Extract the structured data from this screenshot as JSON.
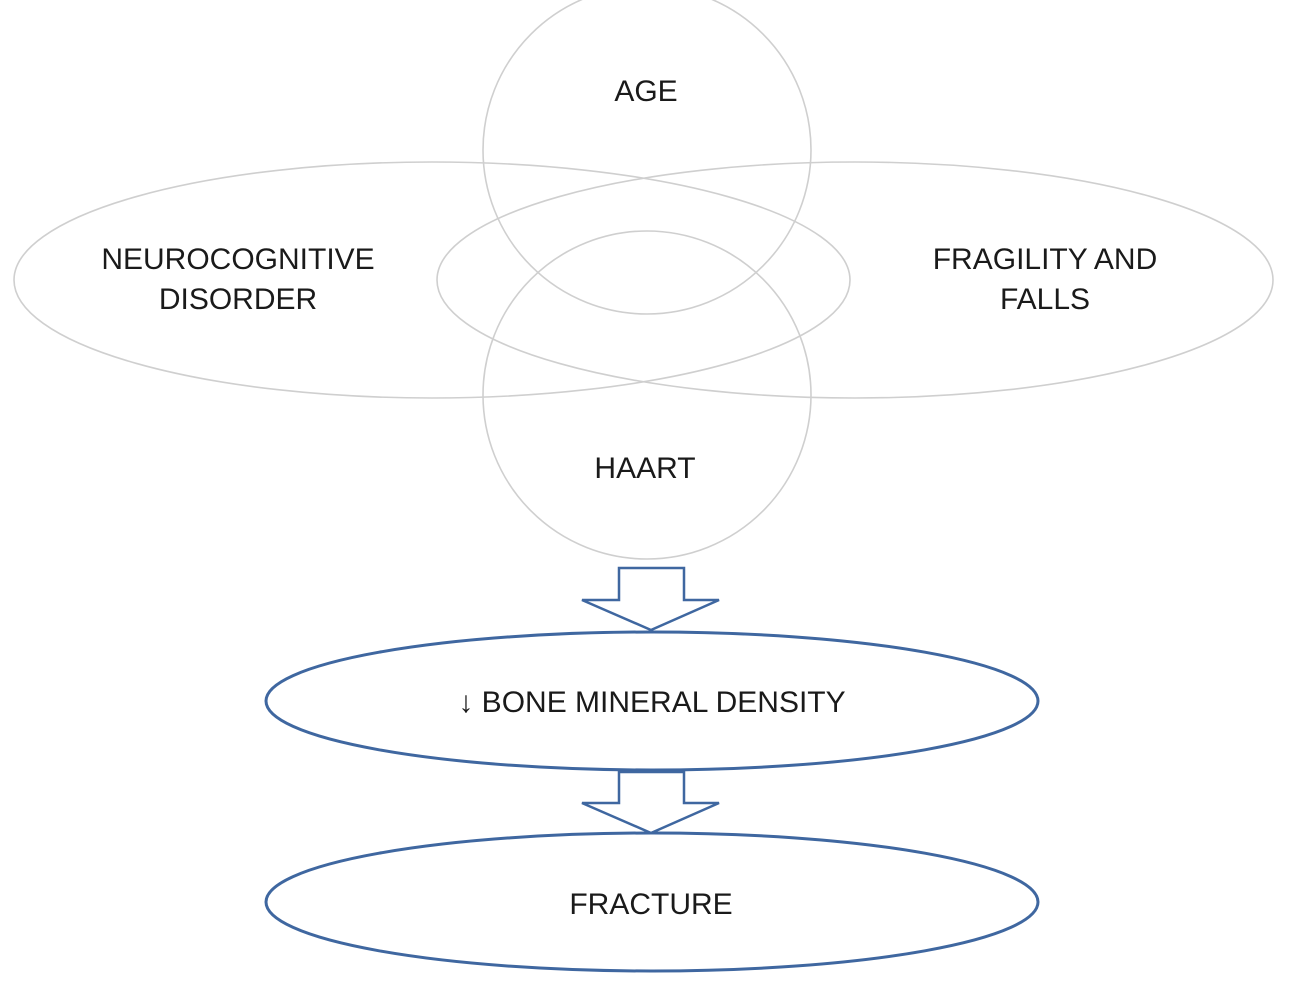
{
  "venn": {
    "age": "AGE",
    "neurocognitive": {
      "line1": "NEUROCOGNITIVE",
      "line2": "DISORDER"
    },
    "fragility": {
      "line1": "FRAGILITY AND",
      "line2": "FALLS"
    },
    "haart": "HAART"
  },
  "flow": {
    "bone_density": "↓ BONE MINERAL DENSITY",
    "fracture": "FRACTURE"
  },
  "colors": {
    "venn_outline": "#cfcfcf",
    "flow_outline": "#3f67a0",
    "text": "#1a1a1a"
  }
}
